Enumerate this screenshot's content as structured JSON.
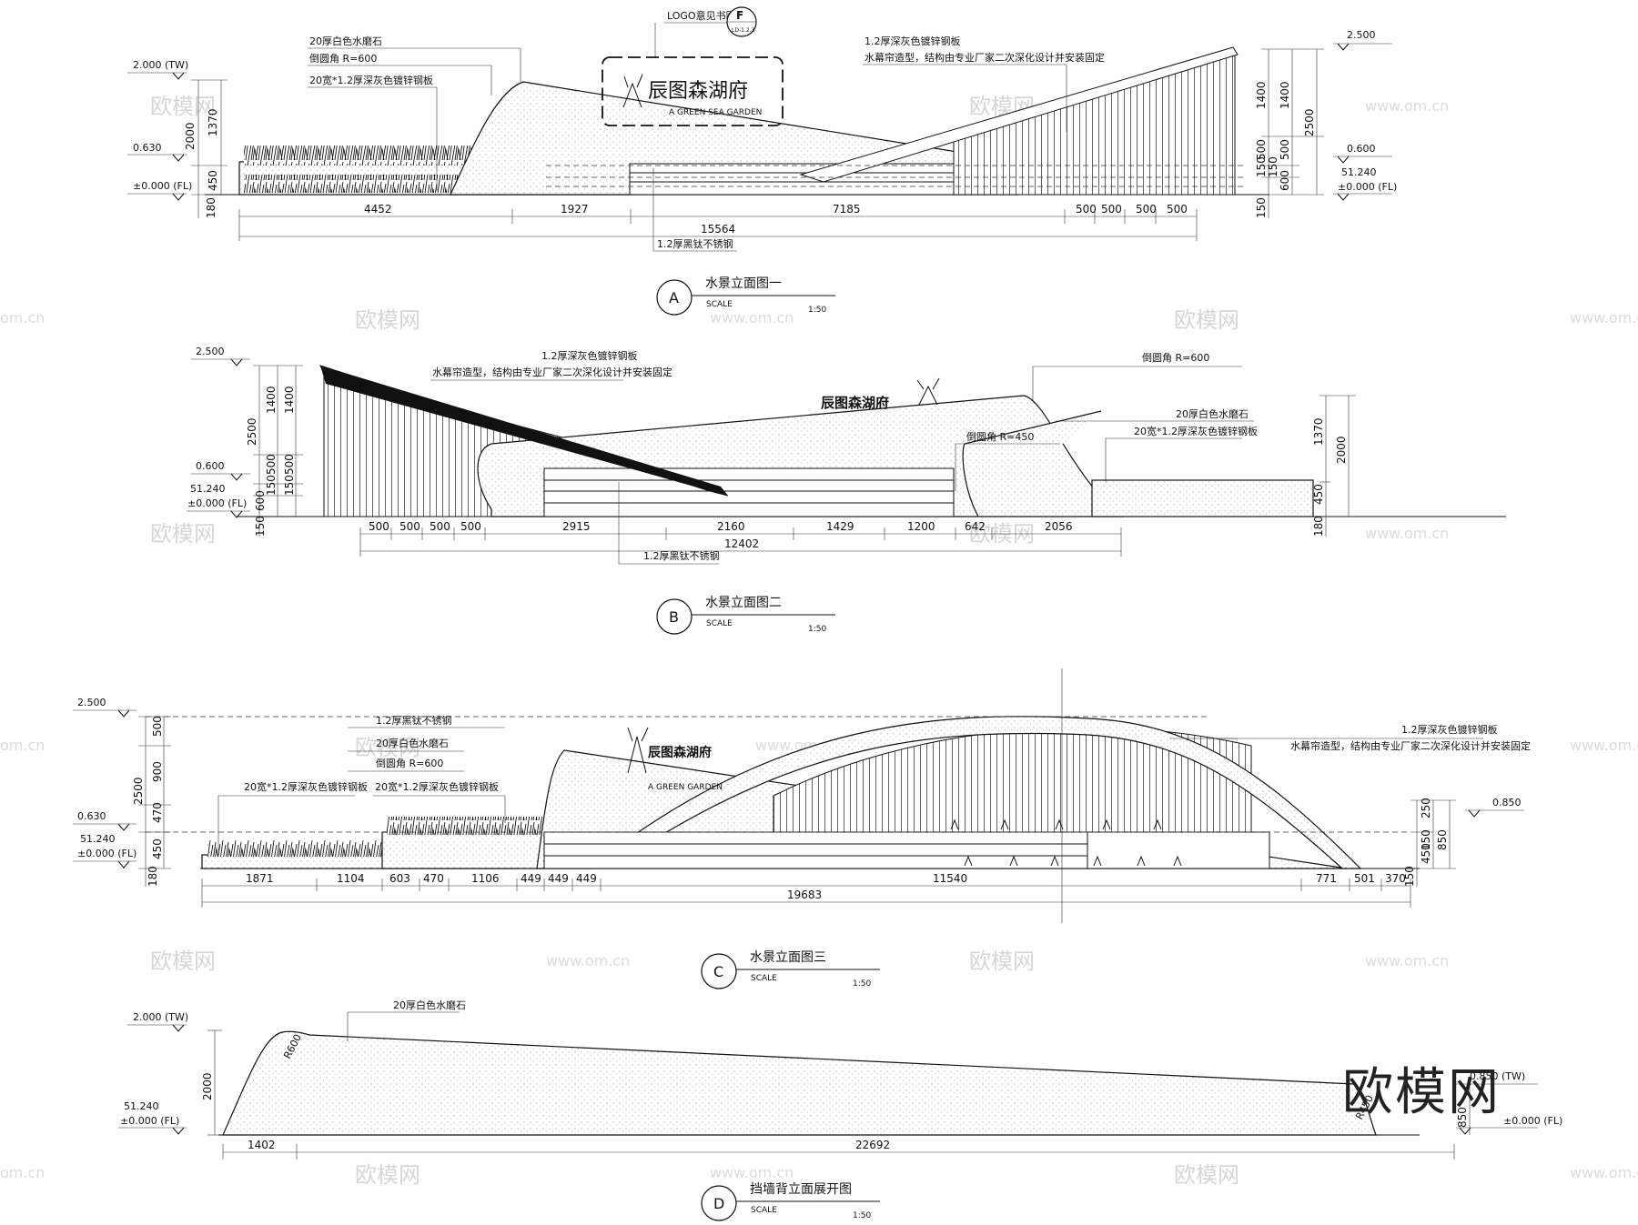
{
  "watermarks": {
    "brand": "欧模网",
    "site": "www.om.cn",
    "site_partial": "om.cn",
    "brand_large": "欧模网"
  },
  "views": {
    "a": {
      "marker": "A",
      "title": "水景立面图一",
      "scale_label": "SCALE",
      "scale_value": "1:50",
      "levels": {
        "tw": "2.000 (TW)",
        "l1": "0.630",
        "fl": "±0.000 (FL)",
        "r1": "2.500",
        "r2": "0.600",
        "r3": "51.240",
        "r4": "±0.000 (FL)"
      },
      "notes": {
        "stone": "20厚白色水磨石",
        "radius": "倒圆角 R=600",
        "plate": "20宽*1.2厚深灰色镀锌钢板",
        "logo": "LOGO意见书图",
        "steel": "1.2厚深灰色镀锌钢板",
        "curtain": "水幕帘造型，结构由专业厂家二次深化设计并安装固定",
        "bottom": "1.2厚黑钛不锈钢",
        "badge": "F",
        "badge_sub": "LD-1.2.3"
      },
      "logo_text": "辰图森湖府",
      "logo_sub": "A GREEN SEA GARDEN",
      "dims_h": [
        "4452",
        "1927",
        "7185",
        "500",
        "500",
        "500",
        "500",
        "15564"
      ],
      "dims_v_left": [
        "1370",
        "2000",
        "450",
        "180"
      ],
      "dims_v_right": [
        "1400",
        "1400",
        "2500",
        "500",
        "500",
        "150",
        "150",
        "600",
        "150"
      ]
    },
    "b": {
      "marker": "B",
      "title": "水景立面图二",
      "scale_label": "SCALE",
      "scale_value": "1:50",
      "levels": {
        "l1": "2.500",
        "l2": "0.600",
        "l3": "51.240",
        "l4": "±0.000 (FL)"
      },
      "notes": {
        "steel": "1.2厚深灰色镀锌钢板",
        "curtain": "水幕帘造型，结构由专业厂家二次深化设计并安装固定",
        "radius600": "倒圆角 R=600",
        "stone": "20厚白色水磨石",
        "plate": "20宽*1.2厚深灰色镀锌钢板",
        "radius450": "倒圆角 R=450",
        "bottom": "1.2厚黑钛不锈钢"
      },
      "logo_text": "辰图森湖府",
      "dims_h": [
        "500",
        "500",
        "500",
        "500",
        "2915",
        "2160",
        "1429",
        "1200",
        "642",
        "2056",
        "12402"
      ],
      "dims_v_left": [
        "1400",
        "1400",
        "2500",
        "500",
        "500",
        "150",
        "150",
        "600",
        "150"
      ],
      "dims_v_right": [
        "1370",
        "2000",
        "450",
        "180"
      ]
    },
    "c": {
      "marker": "C",
      "title": "水景立面图三",
      "scale_label": "SCALE",
      "scale_value": "1:50",
      "levels": {
        "l1": "2.500",
        "l2": "0.630",
        "l3": "51.240",
        "l4": "±0.000 (FL)",
        "r1": "0.850"
      },
      "notes": {
        "bottom": "1.2厚黑钛不锈钢",
        "stone": "20厚白色水磨石",
        "radius": "倒圆角 R=600",
        "plate1": "20宽*1.2厚深灰色镀锌钢板",
        "plate2": "20宽*1.2厚深灰色镀锌钢板",
        "steel": "1.2厚深灰色镀锌钢板",
        "curtain": "水幕帘造型，结构由专业厂家二次深化设计并安装固定"
      },
      "logo_text": "辰图森湖府",
      "logo_sub": "A GREEN GARDEN",
      "dims_h": [
        "1871",
        "1104",
        "603",
        "470",
        "1106",
        "449",
        "449",
        "449",
        "11540",
        "771",
        "501",
        "370",
        "19683"
      ],
      "dims_v_left": [
        "500",
        "900",
        "2500",
        "470",
        "450",
        "180"
      ],
      "dims_v_right": [
        "250",
        "150",
        "450",
        "850",
        "150"
      ]
    },
    "d": {
      "marker": "D",
      "title": "挡墙背立面展开图",
      "scale_label": "SCALE",
      "scale_value": "1:50",
      "levels": {
        "tw": "2.000 (TW)",
        "l2": "51.240",
        "fl": "±0.000 (FL)",
        "r1": "0.850 (TW)",
        "r2": "±0.000 (FL)"
      },
      "notes": {
        "stone": "20厚白色水磨石"
      },
      "radius_labels": [
        "R600",
        "R450"
      ],
      "dims_h": [
        "1402",
        "22692"
      ],
      "dims_v_left": [
        "2000"
      ],
      "dims_v_right": [
        "850"
      ]
    }
  }
}
